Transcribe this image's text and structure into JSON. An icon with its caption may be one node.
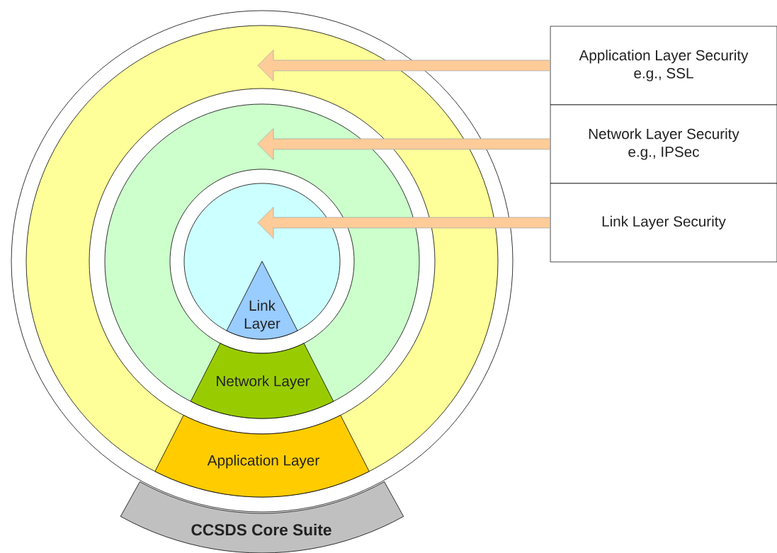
{
  "diagram": {
    "nodes": [
      {
        "text": [],
        "shape": "circle"
      },
      {
        "text": [],
        "shape": "circle",
        "in": 0
      },
      {
        "text": [],
        "shape": "circle",
        "in": 1
      },
      {
        "text": [
          "Link Layer"
        ],
        "in": 2
      },
      {
        "text": [
          "Network Layer"
        ],
        "in": 1
      },
      {
        "text": [
          "Application Layer"
        ],
        "in": 0
      },
      {
        "text": [
          "CCSDS Core Suite"
        ]
      },
      {
        "text": [
          "Application Layer Security",
          "e.g., SSL"
        ]
      },
      {
        "text": [
          "Network Layer Security",
          "e.g., IPSec"
        ]
      },
      {
        "text": [
          "Link Layer Security"
        ]
      }
    ],
    "edges": [
      {
        "from": 7,
        "to": 0,
        "arrow": "to"
      },
      {
        "from": 8,
        "to": 1,
        "arrow": "to"
      },
      {
        "from": 9,
        "to": 2,
        "arrow": "to"
      }
    ]
  }
}
